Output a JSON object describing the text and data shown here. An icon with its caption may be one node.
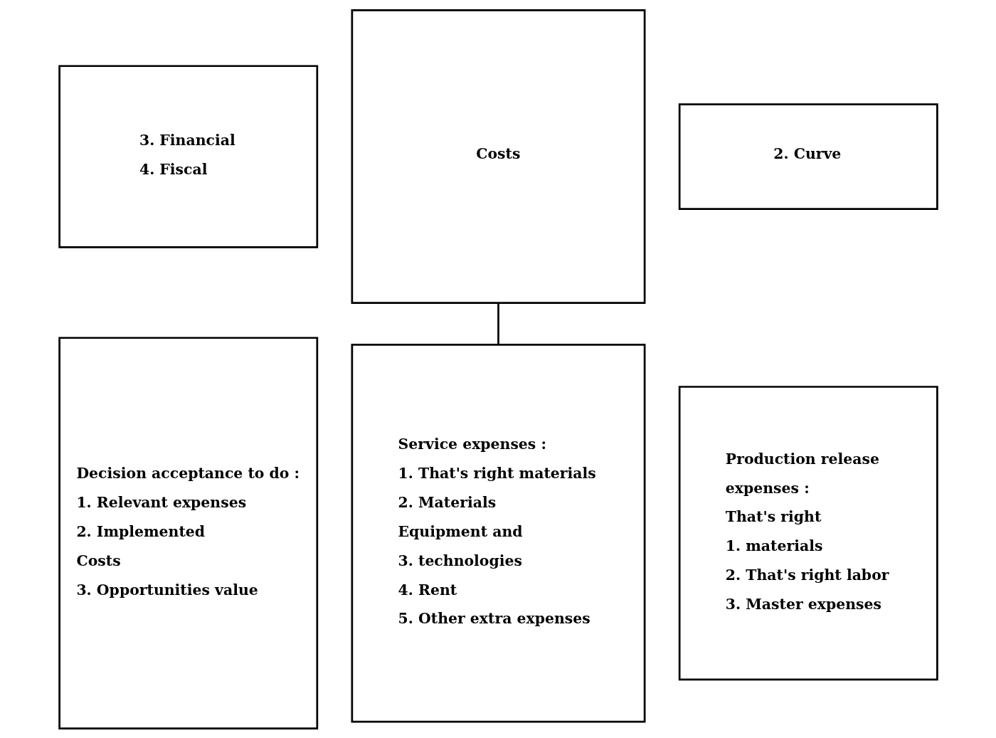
{
  "diagram": {
    "nodes": [
      {
        "text": [
          "3. Financial",
          "4. Fiscal"
        ]
      },
      {
        "text": [
          "Costs"
        ]
      },
      {
        "text": [
          "2. Curve"
        ]
      },
      {
        "text": [
          "Decision acceptance to do :",
          "1. Relevant expenses",
          "2. Implemented",
          "Costs",
          "3. Opportunities value"
        ]
      },
      {
        "text": [
          "Production release",
          "expenses :",
          "That's right",
          "1. materials",
          "2. That's right labor",
          "3. Master expenses"
        ]
      },
      {
        "text": [
          "Service expenses :",
          "1. That's right materials",
          "2. Materials",
          "Equipment and",
          "3. technologies",
          "4. Rent",
          "5. Other extra expenses"
        ]
      }
    ],
    "edges": [
      {
        "from": 1,
        "to": 5,
        "arrow": "none"
      }
    ]
  }
}
